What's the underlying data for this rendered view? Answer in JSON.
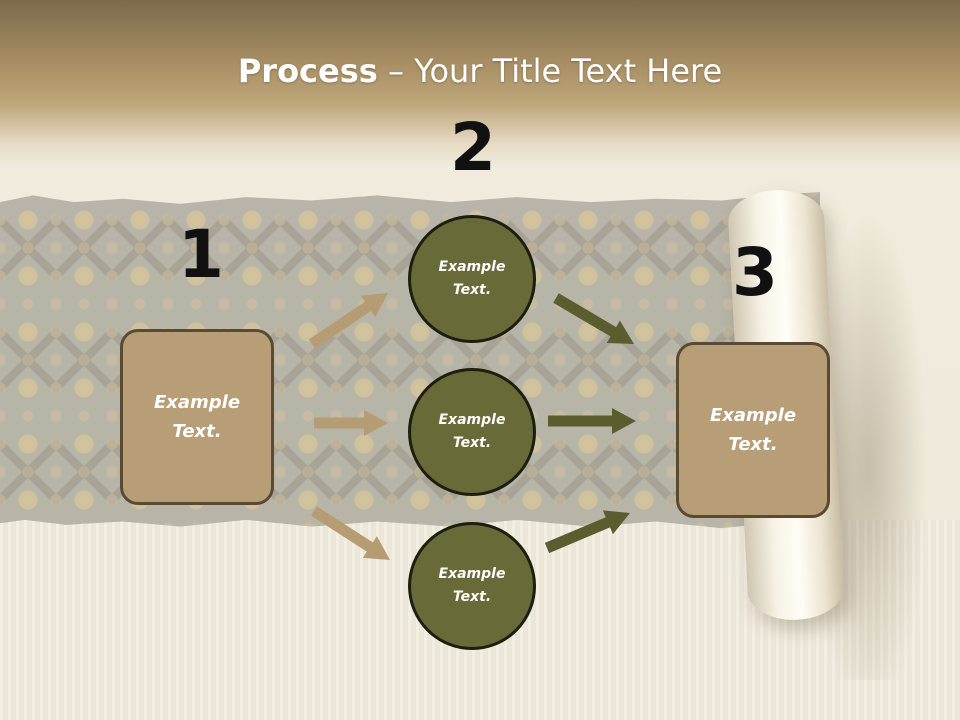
{
  "title": {
    "bold": "Process",
    "rest": " – Your Title Text Here"
  },
  "steps": [
    "1",
    "2",
    "3"
  ],
  "left_box": {
    "text": "Example Text."
  },
  "circles": [
    {
      "text": "Example Text."
    },
    {
      "text": "Example Text."
    },
    {
      "text": "Example Text."
    }
  ],
  "right_box": {
    "text": "Example Text."
  },
  "colors": {
    "box_fill": "#b89e77",
    "box_border": "#5b4a33",
    "circle_fill": "#686a37",
    "circle_border": "#1e1e10",
    "arrow_tan": "#b59c72",
    "arrow_olive": "#5b5d2e",
    "header_band": "#a58c62"
  },
  "icons": {
    "arrow": "arrow-right-icon"
  }
}
